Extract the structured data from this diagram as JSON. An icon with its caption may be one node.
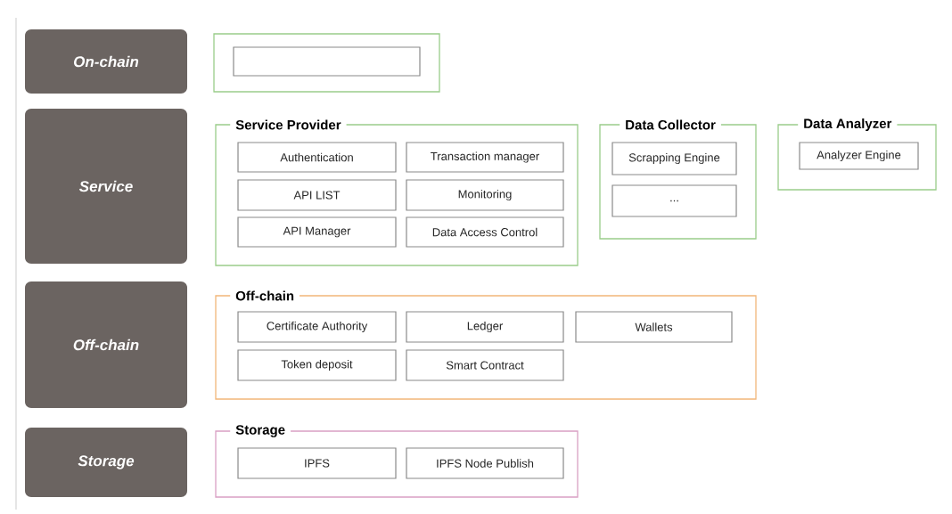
{
  "diagram": {
    "nodes": [
      {
        "text": [
          "On-chain"
        ]
      },
      {
        "text": [
          "Service"
        ]
      },
      {
        "text": [
          "Off-chain"
        ]
      },
      {
        "text": [
          "Storage"
        ]
      },
      {
        "text": [],
        "shape": "box"
      },
      {
        "text": [],
        "shape": "box",
        "in": 4
      },
      {
        "text": [
          "Service Provider"
        ]
      },
      {
        "text": [
          "Authentication"
        ],
        "in": 6
      },
      {
        "text": [
          "Transaction manager"
        ],
        "in": 6
      },
      {
        "text": [
          "API LIST"
        ],
        "in": 6
      },
      {
        "text": [
          "Monitoring"
        ],
        "in": 6
      },
      {
        "text": [
          "API Manager"
        ],
        "in": 6
      },
      {
        "text": [
          "Data Access Control"
        ],
        "in": 6
      },
      {
        "text": [
          "Data Collector"
        ]
      },
      {
        "text": [
          "Scrapping Engine"
        ],
        "in": 13
      },
      {
        "text": [
          "..."
        ],
        "in": 13
      },
      {
        "text": [
          "Data Analyzer"
        ]
      },
      {
        "text": [
          "Analyzer Engine"
        ],
        "in": 16
      },
      {
        "text": [
          "Off-chain"
        ]
      },
      {
        "text": [
          "Certificate Authority"
        ],
        "in": 18
      },
      {
        "text": [
          "Ledger"
        ],
        "in": 18
      },
      {
        "text": [
          "Wallets"
        ],
        "in": 18
      },
      {
        "text": [
          "Token deposit"
        ],
        "in": 18
      },
      {
        "text": [
          "Smart Contract"
        ],
        "in": 18
      },
      {
        "text": [
          "Storage"
        ]
      },
      {
        "text": [
          "IPFS"
        ],
        "in": 24
      },
      {
        "text": [
          "IPFS Node Publish"
        ],
        "in": 24
      }
    ],
    "edges": []
  }
}
